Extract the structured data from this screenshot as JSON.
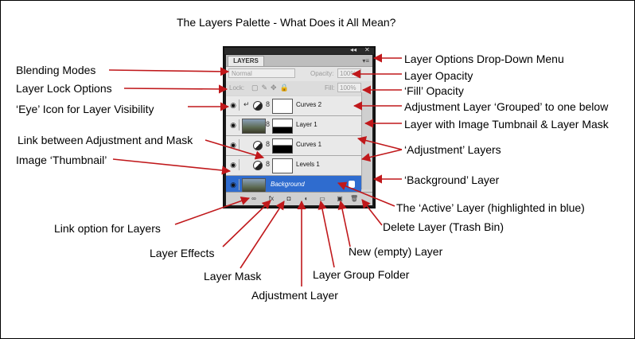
{
  "title": "The Layers Palette - What Does it All Mean?",
  "palette": {
    "tab": "LAYERS",
    "blend_mode": "Normal",
    "opacity_label": "Opacity:",
    "opacity_value": "100%",
    "lock_label": "Lock:",
    "fill_label": "Fill:",
    "fill_value": "100%",
    "layers": [
      {
        "name": "Curves 2",
        "type": "adjustment",
        "grouped": true
      },
      {
        "name": "Layer 1",
        "type": "image"
      },
      {
        "name": "Curves 1",
        "type": "adjustment"
      },
      {
        "name": "Levels 1",
        "type": "adjustment"
      },
      {
        "name": "Background",
        "type": "image",
        "active": true,
        "locked": true
      }
    ]
  },
  "labels": {
    "blending_modes": "Blending Modes",
    "layer_lock_options": "Layer Lock Options",
    "eye_icon": "‘Eye’ Icon for Layer Visibility",
    "link_adj_mask": "Link between Adjustment and Mask",
    "image_thumbnail": "Image ‘Thumbnail’",
    "layer_options_menu": "Layer Options Drop-Down Menu",
    "layer_opacity": "Layer Opacity",
    "fill_opacity": "‘Fill’ Opacity",
    "adj_grouped": "Adjustment Layer ‘Grouped’ to one below",
    "layer_image_mask": "Layer with Image Tumbnail & Layer Mask",
    "adjustment_layers": "‘Adjustment’ Layers",
    "background_layer": "‘Background’ Layer",
    "active_layer": "The ‘Active’ Layer (highlighted in blue)",
    "delete_layer": "Delete Layer (Trash Bin)",
    "new_layer": "New (empty) Layer",
    "group_folder": "Layer Group Folder",
    "adjustment_layer": "Adjustment Layer",
    "layer_mask": "Layer Mask",
    "layer_effects": "Layer Effects",
    "link_option": "Link option for Layers"
  },
  "colors": {
    "arrow": "#c0181b",
    "active_layer": "#2f6ccf",
    "panel_bg": "#d6d6d6"
  }
}
